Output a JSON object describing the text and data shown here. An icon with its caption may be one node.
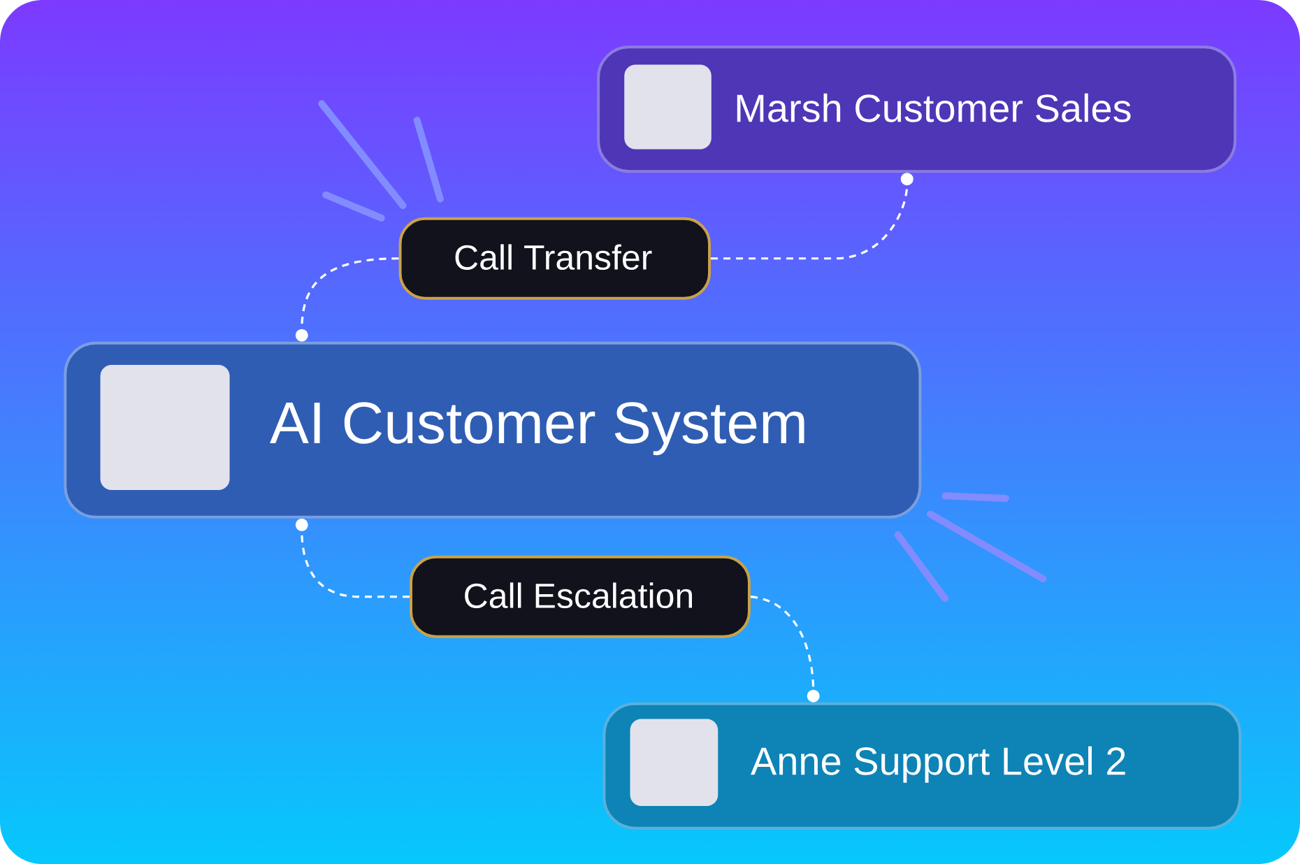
{
  "diagram": {
    "nodes": [
      {
        "text": [
          "Marsh Customer Sales"
        ]
      },
      {
        "text": [
          "Call Transfer"
        ]
      },
      {
        "text": [
          "AI Customer System"
        ]
      },
      {
        "text": [
          "Call Escalation"
        ]
      },
      {
        "text": [
          "Anne Support Level 2"
        ]
      }
    ],
    "edges": [
      {
        "from": 1,
        "to": 2,
        "arrow": "other",
        "style": "dashed"
      },
      {
        "from": 1,
        "to": 0,
        "arrow": "other",
        "style": "dashed"
      },
      {
        "from": 3,
        "to": 2,
        "arrow": "other",
        "style": "dashed"
      },
      {
        "from": 3,
        "to": 4,
        "arrow": "other",
        "style": "dashed"
      }
    ]
  }
}
